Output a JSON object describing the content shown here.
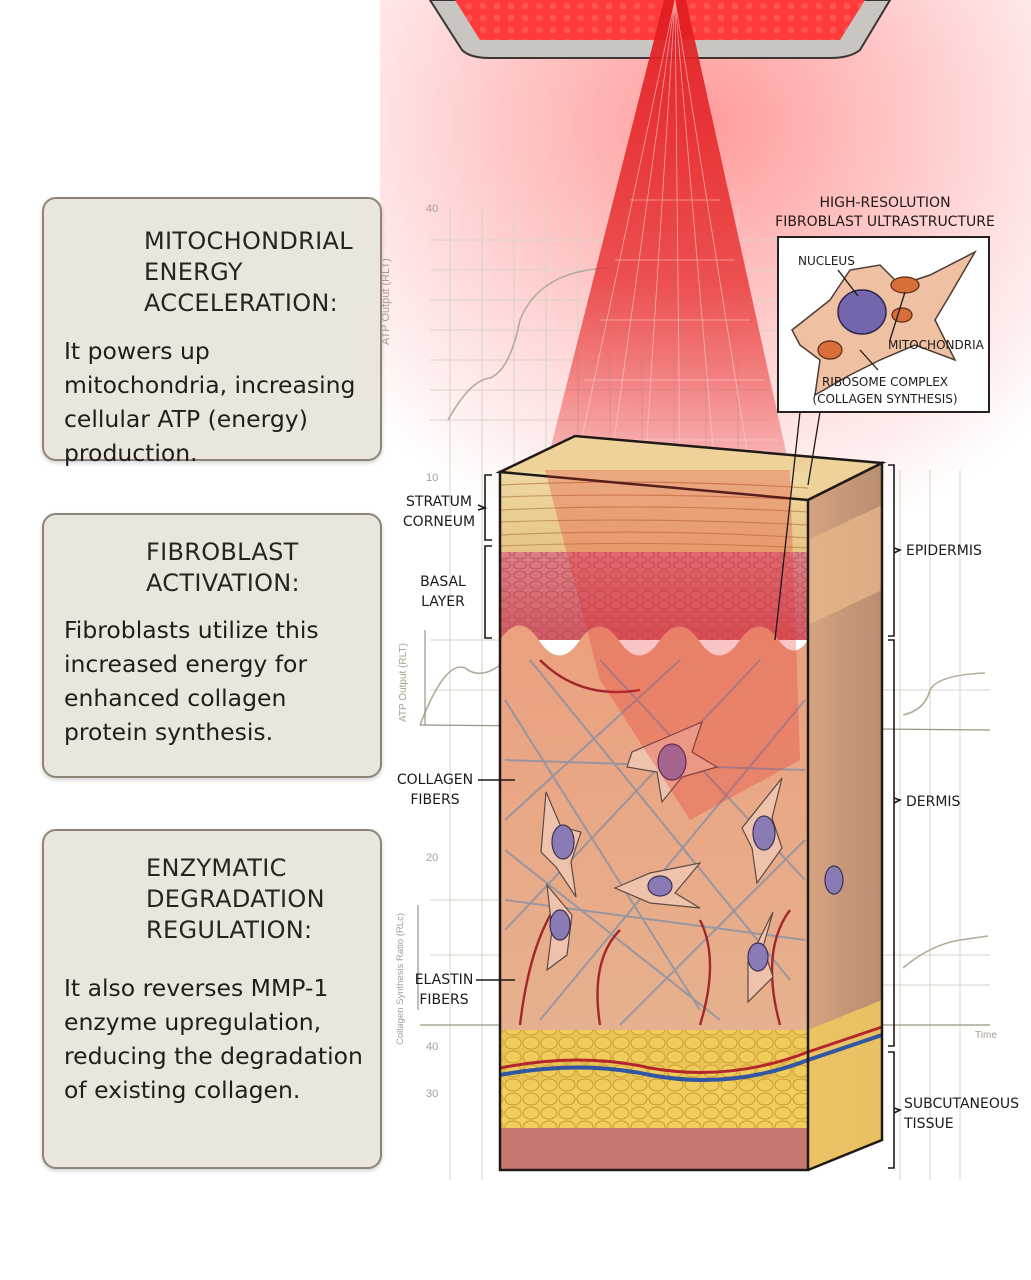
{
  "cards": [
    {
      "title": "MITOCHONDRIAL ENERGY ACCELERATION:",
      "body": "It powers up mitochondria, increasing cellular ATP (energy) production.",
      "icon": "mitochondria-icon"
    },
    {
      "title": "FIBROBLAST ACTIVATION:",
      "body": "Fibroblasts utilize this increased energy for enhanced collagen protein synthesis.",
      "icon": "fibroblast-icon"
    },
    {
      "title": "ENZYMATIC DEGRADATION REGULATION:",
      "body": "It also reverses MMP-1 enzyme upregulation, reducing the degradation of existing collagen.",
      "icon": "dna-enzyme-icon"
    }
  ],
  "inset": {
    "title_line1": "HIGH-RESOLUTION",
    "title_line2": "FIBROBLAST ULTRASTRUCTURE",
    "nucleus": "NUCLEUS",
    "mitochondria": "MITOCHONDRIA",
    "ribosome_line1": "RIBOSOME COMPLEX",
    "ribosome_line2": "(COLLAGEN SYNTHESIS)"
  },
  "layers": {
    "stratum_corneum_1": "STRATUM",
    "stratum_corneum_2": "CORNEUM",
    "basal_1": "BASAL",
    "basal_2": "LAYER",
    "collagen_1": "COLLAGEN",
    "collagen_2": "FIBERS",
    "elastin_1": "ELASTIN",
    "elastin_2": "FIBERS",
    "epidermis": "EPIDERMIS",
    "dermis": "DERMIS",
    "subcutaneous_1": "SUBCUTANEOUS",
    "subcutaneous_2": "TISSUE"
  },
  "background_chart": {
    "y_ticks": [
      "40",
      "10",
      "20",
      "40",
      "30"
    ],
    "ylabel_atp": "ATP Output (RLT)",
    "ylabel_atp2": "ATP Output (RLT)",
    "ylabel_collagen": "Collagen Synthesis Ratio (RLc)",
    "xlabel_time": "Time"
  },
  "colors": {
    "light_red": "#e8262a",
    "card_bg": "#ebe6dc",
    "card_border": "#8d8579",
    "fat_yellow": "#e9c14a",
    "dermis_peach": "#e9a987"
  }
}
